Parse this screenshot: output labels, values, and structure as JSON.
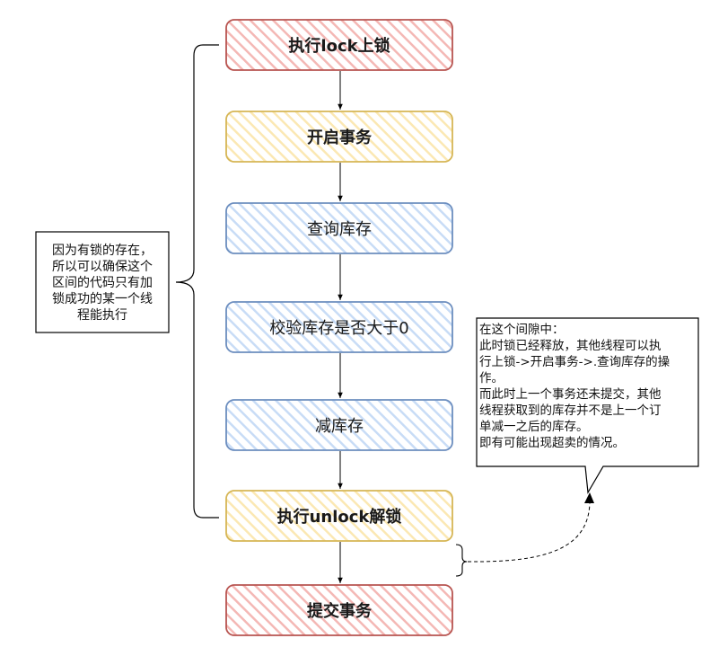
{
  "colors": {
    "red_stroke": "#b85450",
    "red_hatch": "#f8cecc",
    "yellow_stroke": "#d6b656",
    "yellow_hatch": "#fff2cc",
    "blue_stroke": "#6c8ebf",
    "blue_hatch": "#dae8fc",
    "line": "#000000"
  },
  "steps": [
    {
      "label": "执行lock上锁",
      "color": "red",
      "bold": true
    },
    {
      "label": "开启事务",
      "color": "yellow",
      "bold": true
    },
    {
      "label": "查询库存",
      "color": "blue",
      "bold": false
    },
    {
      "label": "校验库存是否大于0",
      "color": "blue",
      "bold": false
    },
    {
      "label": "减库存",
      "color": "blue",
      "bold": false
    },
    {
      "label": "执行unlock解锁",
      "color": "yellow",
      "bold": true
    },
    {
      "label": "提交事务",
      "color": "red",
      "bold": true
    }
  ],
  "left_note": "因为有锁的存在，\n所以可以确保这个\n区间的代码只有加\n锁成功的某一个线\n程能执行",
  "right_note": "在这个间隙中：\n此时锁已经释放，其他线程可以执\n行上锁->开启事务->.查询库存的操\n作。\n而此时上一个事务还未提交，其他\n线程获取到的库存并不是上一个订\n单减一之后的库存。\n即有可能出现超卖的情况。"
}
